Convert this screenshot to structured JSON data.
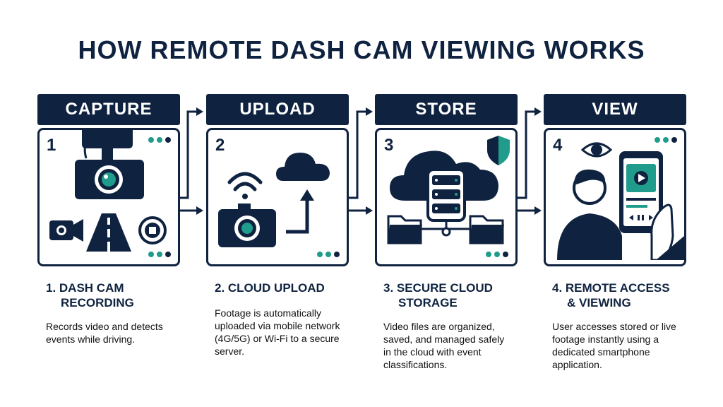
{
  "title": "HOW REMOTE DASH CAM VIEWING WORKS",
  "colors": {
    "navy": "#0f2340",
    "teal": "#1f9c8c",
    "white": "#ffffff"
  },
  "steps": [
    {
      "header": "CAPTURE",
      "number": "1",
      "title_line1": "1. DASH CAM",
      "title_line2": "RECORDING",
      "description": "Records video and detects events while driving.",
      "icons": [
        "dash-camera-icon",
        "video-camera-icon",
        "road-icon",
        "record-button-icon"
      ]
    },
    {
      "header": "UPLOAD",
      "number": "2",
      "title_line1": "2. CLOUD UPLOAD",
      "title_line2": "",
      "description": "Footage is automatically uploaded via mobile network (4G/5G) or Wi-Fi to a secure server.",
      "icons": [
        "wifi-signal-icon",
        "camera-icon",
        "cloud-icon",
        "upload-arrow-icon"
      ]
    },
    {
      "header": "STORE",
      "number": "3",
      "title_line1": "3. SECURE CLOUD",
      "title_line2": "STORAGE",
      "description": "Video files are organized, saved, and managed safely in the cloud with event classifications.",
      "icons": [
        "cloud-server-icon",
        "database-icon",
        "folder-icon",
        "shield-icon"
      ]
    },
    {
      "header": "VIEW",
      "number": "4",
      "title_line1": "4. REMOTE ACCESS",
      "title_line2": "& VIEWING",
      "description": "User accesses stored or live footage instantly using a dedicated smartphone application.",
      "icons": [
        "eye-icon",
        "person-icon",
        "smartphone-icon",
        "play-icon"
      ]
    }
  ]
}
